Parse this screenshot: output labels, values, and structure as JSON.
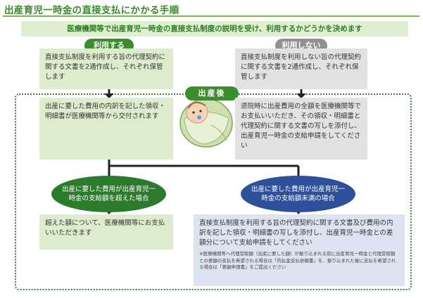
{
  "title": "出産育児一時金の直接支払にかかる手順",
  "banner": "医療機関等で出産育児一時金の直接支払制度の説明を受け、利用するかどうかを決めます",
  "left": {
    "label": "利用する",
    "step1": "直接支払制度を利用する旨の代理契約に関する文書を2通作成し、それぞれ保管します",
    "step2": "出産に要した費用の内訳を記した領収・明細書が医療機関等から交付されます"
  },
  "right": {
    "label": "利用しない",
    "step1": "直接支払制度を利用しない旨の代理契約に関する文書を2通作成し、それぞれ保管します",
    "step2": "退院時に出産費用の全額を医療機関等でお支払いいただき、その領収・明細書と代理契約に関する文書の写しを添付し、出産育児一時金の支給申請をしてください"
  },
  "after_birth_label": "出産後",
  "branch_over": {
    "condition": "出産に要した費用が出産育児一時金の支給額を超えた場合",
    "action": "超えた額について、医療機関等にお支払いいただきます"
  },
  "branch_under": {
    "condition": "出産に要した費用が出産育児一時金の支給額未満の場合",
    "action": "直接支払制度を利用する旨の代理契約に関する文書及び費用の内訳を記した領収・明細書の写しを添付し、出産育児一時金との差額分について支給申請をしてください",
    "note": "※医療機関等へ代理受取額（出産に要した額）が振り込まれる前に出産育児一時金と代理受取額との差額の支払を希望される場合は「内払金支払依頼書」を、振り込まれた後に支払を希望される場合は「差額申請書」をご提出ください"
  },
  "colors": {
    "green": "#3d8d2f",
    "gray": "#909090",
    "navy": "#2e4f9a",
    "light_green": "#dceccc",
    "light_gray": "#e2e2e2",
    "light_blue": "#dde3f1"
  }
}
